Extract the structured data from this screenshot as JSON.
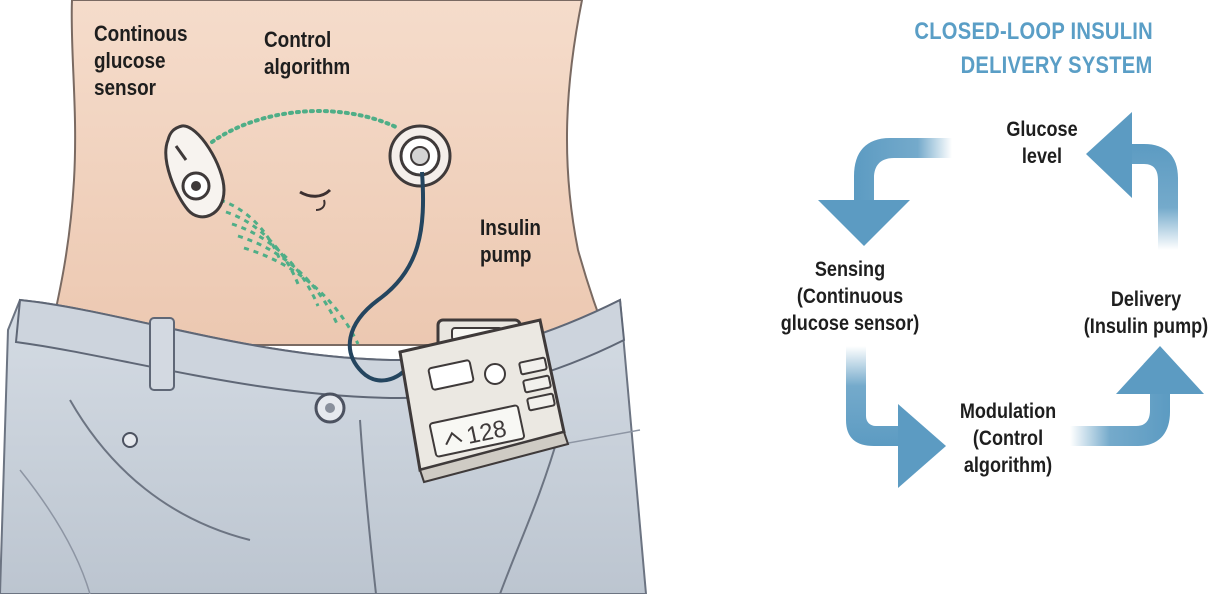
{
  "illustration": {
    "labels": {
      "sensor": "Continous\nglucose\nsensor",
      "algorithm": "Control\nalgorithm",
      "pump": "Insulin\npump"
    },
    "pump_display": "128"
  },
  "cycle": {
    "title": [
      "CLOSED-LOOP INSULIN",
      "DELIVERY SYSTEM"
    ],
    "glucose_level": [
      "Glucose",
      "level"
    ],
    "sensing": [
      "Sensing",
      "(Continuous",
      "glucose sensor)"
    ],
    "modulation": [
      "Modulation",
      "(Control",
      "algorithm)"
    ],
    "delivery": [
      "Delivery",
      "(Insulin pump)"
    ]
  },
  "colors": {
    "title": "#5a9ec6",
    "arrow": "#5c9bc2",
    "skin": "#f2d6c3",
    "denim": "#c9d1db",
    "signal": "#4fae87"
  },
  "icons": [
    "glucose-sensor-icon",
    "insulin-infusion-site-icon",
    "insulin-pump-icon",
    "cycle-arrow-icon"
  ]
}
